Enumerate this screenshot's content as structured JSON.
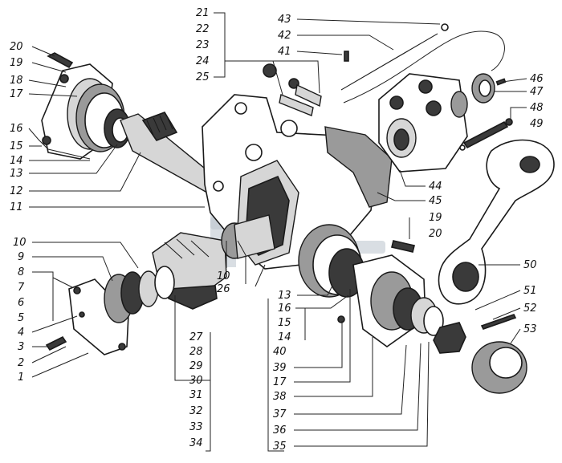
{
  "labels": {
    "l1": "1",
    "l2": "2",
    "l3": "3",
    "l4": "4",
    "l5": "5",
    "l6": "6",
    "l7": "7",
    "l8": "8",
    "l9": "9",
    "l10": "10",
    "l10b": "10",
    "l11": "11",
    "l12": "12",
    "l13": "13",
    "l13b": "13",
    "l14": "14",
    "l14b": "14",
    "l15": "15",
    "l15b": "15",
    "l16": "16",
    "l16b": "16",
    "l17": "17",
    "l17b": "17",
    "l18": "18",
    "l19": "19",
    "l19b": "19",
    "l20": "20",
    "l20b": "20",
    "l21": "21",
    "l22": "22",
    "l23": "23",
    "l24": "24",
    "l25": "25",
    "l26": "26",
    "l27": "27",
    "l28": "28",
    "l29": "29",
    "l30": "30",
    "l31": "31",
    "l32": "32",
    "l33": "33",
    "l34": "34",
    "l35": "35",
    "l36": "36",
    "l37": "37",
    "l38": "38",
    "l39": "39",
    "l40": "40",
    "l41": "41",
    "l42": "42",
    "l43": "43",
    "l44": "44",
    "l45": "45",
    "l46": "46",
    "l47": "47",
    "l48": "48",
    "l49": "49",
    "l50": "50",
    "l51": "51",
    "l52": "52",
    "l53": "53"
  },
  "colors": {
    "ink": "#1a1a1a",
    "watermark": "#b9c2cc"
  }
}
